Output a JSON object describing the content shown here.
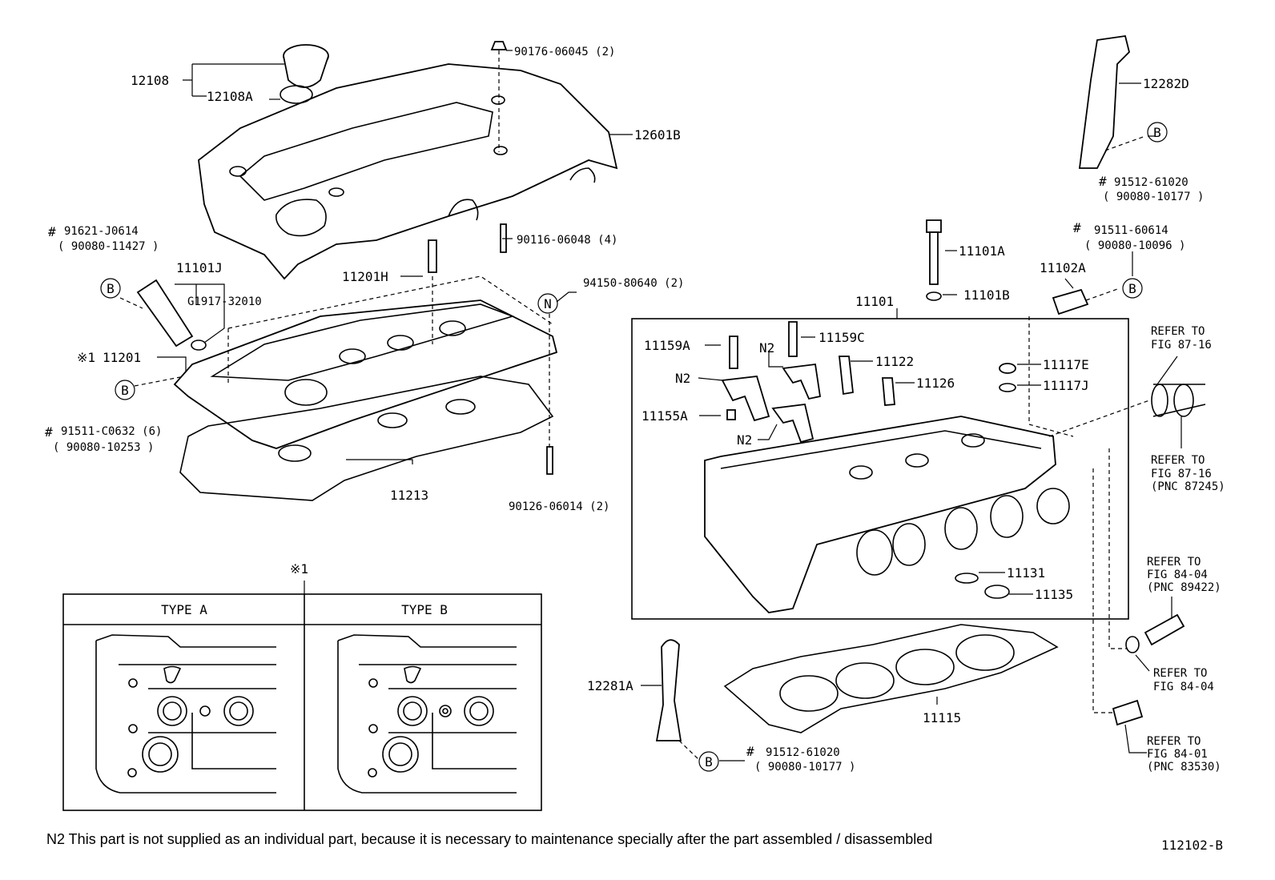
{
  "labels": {
    "p12108": "12108",
    "p12108A": "12108A",
    "p90176": "90176-06045 (2)",
    "p12601B": "12601B",
    "p12282D": "12282D",
    "p91512_top": "91512-61020",
    "p90080_10177_top": "( 90080-10177 )",
    "p91621": "91621-J0614",
    "p90080_11427": "( 90080-11427 )",
    "p90116": "90116-06048 (4)",
    "p11101A": "11101A",
    "p91511_60614": "91511-60614",
    "p90080_10096": "( 90080-10096 )",
    "p11101J": "11101J",
    "p11201H": "11201H",
    "p94150": "94150-80640 (2)",
    "pG1917": "G1917-32010",
    "p11102A": "11102A",
    "p11101B": "11101B",
    "p11101": "11101",
    "p11201": "11201",
    "p11159A": "11159A",
    "p11159C": "11159C",
    "p11122": "11122",
    "p11117E": "11117E",
    "p11117J": "11117J",
    "p11126": "11126",
    "p11155A": "11155A",
    "p91511_C0632": "91511-C0632 (6)",
    "p90080_10253": "( 90080-10253 )",
    "p11213": "11213",
    "p90126": "90126-06014 (2)",
    "p11131": "11131",
    "p11135": "11135",
    "p12281A": "12281A",
    "p11115": "11115",
    "p91512_bot": "91512-61020",
    "p90080_10177_bot": "( 90080-10177 )",
    "n2": "N2",
    "hash": "#",
    "circle_b": "B",
    "circle_n": "N",
    "note_mark": "※1"
  },
  "refer": {
    "r1": [
      "REFER TO",
      "FIG 87-16"
    ],
    "r2": [
      "REFER TO",
      "FIG 87-16",
      "(PNC 87245)"
    ],
    "r3": [
      "REFER TO",
      "FIG 84-04",
      "(PNC 89422)"
    ],
    "r4": [
      "REFER TO",
      "FIG 84-04"
    ],
    "r5": [
      "REFER TO",
      "FIG 84-01",
      "(PNC 83530)"
    ]
  },
  "type_table": {
    "type_a": "TYPE A",
    "type_b": "TYPE B"
  },
  "footnote": "N2  This part is not supplied as an individual part, because it is necessary to maintenance specially after the part assembled / disassembled",
  "figure_number": "112102-B"
}
